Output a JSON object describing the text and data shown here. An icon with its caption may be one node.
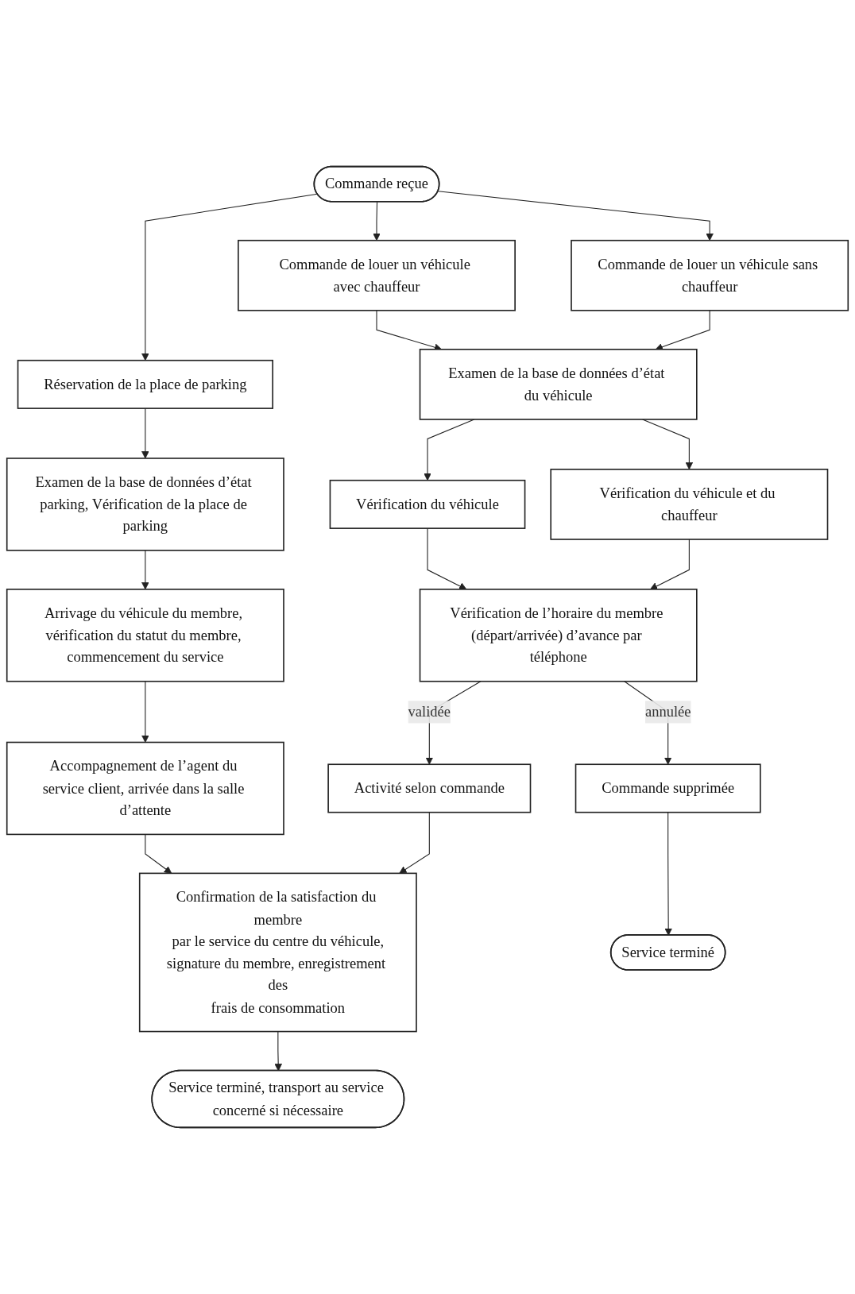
{
  "diagram": {
    "nodes": [
      {
        "text": [
          "Commande reçue"
        ]
      },
      {
        "text": [
          "Réservation de la place de parking"
        ]
      },
      {
        "text": [
          "Commande de louer un véhicule avec chauffeur"
        ]
      },
      {
        "text": [
          "Commande de louer un véhicule sans chauffeur"
        ]
      },
      {
        "text": [
          "Examen de la base de données d’état parking, Vérification de la place de parking"
        ]
      },
      {
        "text": [
          "Examen de la base de données d’état du véhicule"
        ]
      },
      {
        "text": [
          "Vérification du véhicule"
        ]
      },
      {
        "text": [
          "Vérification du véhicule et du chauffeur"
        ]
      },
      {
        "text": [
          "Arrivage du véhicule du membre, vérification du statut du membre, commencement du service"
        ]
      },
      {
        "text": [
          "Vérification de l’horaire du membre (départ/arrivée) d’avance par téléphone"
        ]
      },
      {
        "text": [
          "Accompagnement de l’agent du service client, arrivée dans la salle d’attente"
        ]
      },
      {
        "text": [
          "Activité selon commande"
        ]
      },
      {
        "text": [
          "Commande supprimée"
        ]
      },
      {
        "text": [
          "Service terminé"
        ]
      },
      {
        "text": [
          "Confirmation de la satisfaction du membre par le service du centre du véhicule, signature du membre, enregistrement des frais de consommation"
        ]
      },
      {
        "text": [
          "Service terminé, transport au service concerné si nécessaire"
        ]
      }
    ],
    "edges": [
      {
        "from": 0,
        "to": 1,
        "arrow": "to"
      },
      {
        "from": 0,
        "to": 2,
        "arrow": "to"
      },
      {
        "from": 0,
        "to": 3,
        "arrow": "to"
      },
      {
        "from": 1,
        "to": 4,
        "arrow": "to"
      },
      {
        "from": 2,
        "to": 5,
        "arrow": "to"
      },
      {
        "from": 3,
        "to": 5,
        "arrow": "to"
      },
      {
        "from": 5,
        "to": 6,
        "arrow": "to"
      },
      {
        "from": 5,
        "to": 7,
        "arrow": "to"
      },
      {
        "from": 4,
        "to": 8,
        "arrow": "to"
      },
      {
        "from": 6,
        "to": 9,
        "arrow": "to"
      },
      {
        "from": 7,
        "to": 9,
        "arrow": "to"
      },
      {
        "from": 8,
        "to": 10,
        "arrow": "to"
      },
      {
        "from": 9,
        "to": 11,
        "label": "validée",
        "arrow": "to"
      },
      {
        "from": 9,
        "to": 12,
        "label": "annulée",
        "arrow": "to"
      },
      {
        "from": 12,
        "to": 13,
        "arrow": "to"
      },
      {
        "from": 10,
        "to": 14,
        "arrow": "to"
      },
      {
        "from": 11,
        "to": 14,
        "arrow": "to"
      },
      {
        "from": 14,
        "to": 15,
        "arrow": "to"
      }
    ]
  }
}
